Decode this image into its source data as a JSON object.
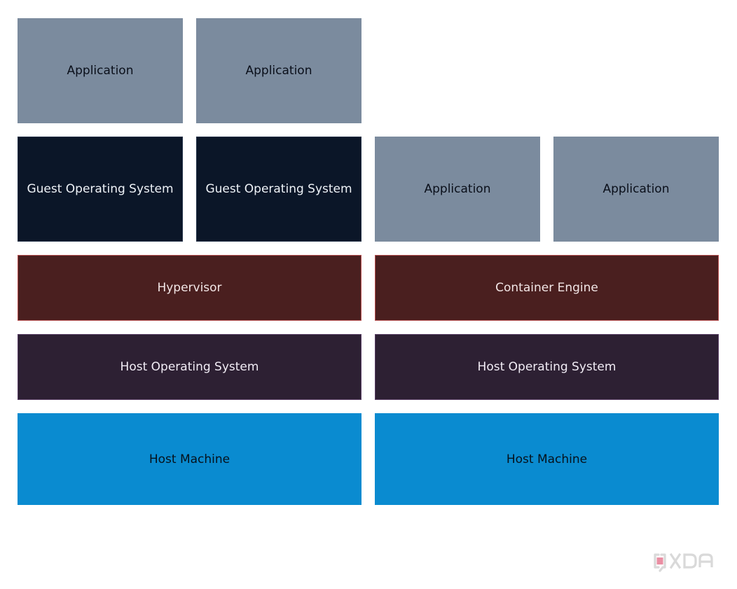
{
  "vm_stack": {
    "applications": [
      "Application",
      "Application"
    ],
    "guest_os": [
      "Guest Operating System",
      "Guest Operating System"
    ],
    "hypervisor": "Hypervisor",
    "host_os": "Host Operating System",
    "host_machine": "Host Machine"
  },
  "container_stack": {
    "applications": [
      "Application",
      "Application"
    ],
    "container_engine": "Container Engine",
    "host_os": "Host Operating System",
    "host_machine": "Host Machine"
  },
  "watermark": {
    "text": "XDA",
    "icon": "xda-logo-icon",
    "color": "#d9d9d9"
  },
  "colors": {
    "application": "#7b8b9e",
    "guest_os": "#0b1628",
    "hypervisor": "#4a1f1f",
    "host_os": "#2d2033",
    "host_machine": "#0a8bd0"
  }
}
